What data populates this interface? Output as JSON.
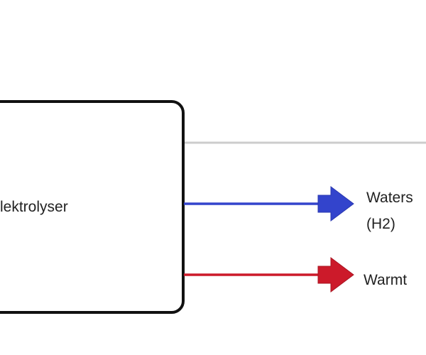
{
  "diagram": {
    "box_label": "lektrolyser",
    "outputs": [
      {
        "label": "Waters",
        "sublabel": "(H2)",
        "color": "#3344cc"
      },
      {
        "label": "Warmt",
        "color": "#cc1a2a"
      }
    ],
    "colors": {
      "box_border": "#111111",
      "grey_line": "#cccccc",
      "hydrogen": "#3344cc",
      "heat": "#cc1a2a"
    }
  }
}
